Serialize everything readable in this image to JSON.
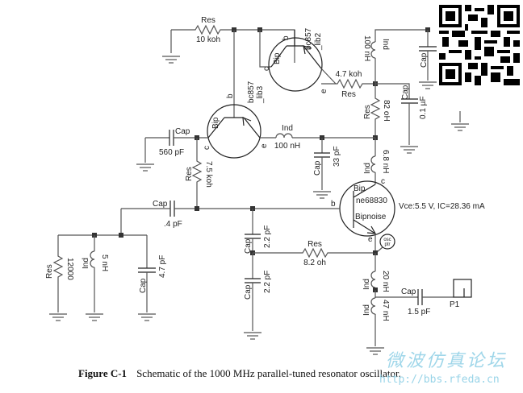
{
  "caption": {
    "label": "Figure C-1",
    "text": "Schematic of the 1000 MHz parallel-tuned resonator oscillator."
  },
  "watermark": {
    "chinese": "微波仿真论坛",
    "url": "http://bbs.rfeda.cn"
  },
  "qr_code": {
    "icon": "qr-code-icon"
  },
  "components": {
    "r_top": {
      "type": "Res",
      "value": "10 koh"
    },
    "q_lib2": {
      "type": "Bip",
      "model": "bc857",
      "name": "_lib2",
      "b": "b",
      "c": "c",
      "e": "e"
    },
    "q_lib3": {
      "type": "Bip",
      "model": "bc857",
      "name": "_lib3",
      "b": "b",
      "c": "c",
      "e": "e"
    },
    "r_4k7": {
      "type": "Res",
      "value": "4.7 koh"
    },
    "l_100n_top": {
      "type": "Ind",
      "value": "100 nH"
    },
    "c_top_right": {
      "type": "Cap"
    },
    "c_0u1": {
      "type": "Cap",
      "value": "0.1 µF"
    },
    "r_82": {
      "type": "Res",
      "value": "82 oH"
    },
    "c_560p": {
      "type": "Cap",
      "value": "560 pF"
    },
    "l_100n_mid": {
      "type": "Ind",
      "value": "100 nH"
    },
    "c_33p": {
      "type": "Cap",
      "value": "33 pF"
    },
    "r_7k5": {
      "type": "Res",
      "value": "7.5 koh"
    },
    "l_6n8": {
      "type": "Ind",
      "value": "6.8 nH"
    },
    "q_main": {
      "type": "Bip",
      "model": "ne68830",
      "noise": "Bipnoise",
      "b": "b",
      "c": "c",
      "e": "e"
    },
    "bias_note": "Vce:5.5 V, IC=28.36 mA",
    "osc_probe": {
      "line1": "osc",
      "line2": "ptr"
    },
    "c_0p4": {
      "type": "Cap",
      "value": ".4 pF"
    },
    "r_12000": {
      "type": "Res",
      "value": "12000"
    },
    "l_5n": {
      "type": "Ind",
      "value": "5 nH"
    },
    "c_4p7": {
      "type": "Cap",
      "value": "4.7 pF"
    },
    "c_2p2_a": {
      "type": "Cap",
      "value": "2.2 pF"
    },
    "c_2p2_b": {
      "type": "Cap",
      "value": "2.2 pF"
    },
    "r_8p2": {
      "type": "Res",
      "value": "8.2 oh"
    },
    "l_20n": {
      "type": "Ind",
      "value": "20 nH"
    },
    "l_47n": {
      "type": "Ind",
      "value": "47 nH"
    },
    "c_1p5": {
      "type": "Cap",
      "value": "1.5 pF"
    },
    "port": {
      "name": "P1"
    }
  }
}
